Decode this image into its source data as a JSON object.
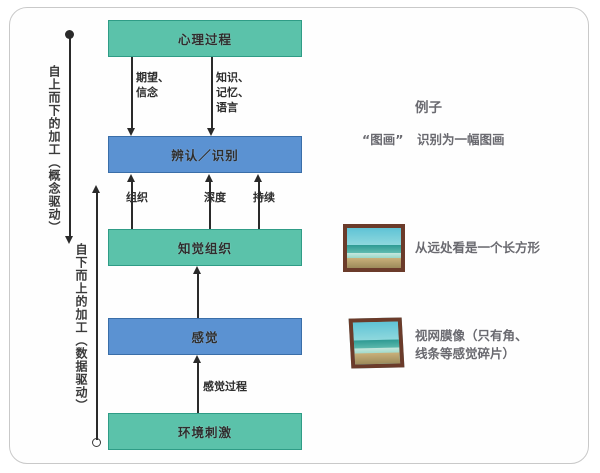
{
  "diagram": {
    "title_hidden": "",
    "boxes": [
      {
        "id": "mental-process",
        "label": "心理过程",
        "color": "teal"
      },
      {
        "id": "recognition",
        "label": "辨认／识别",
        "color": "blue"
      },
      {
        "id": "perceptual-organization",
        "label": "知觉组织",
        "color": "teal"
      },
      {
        "id": "sensation",
        "label": "感觉",
        "color": "blue"
      },
      {
        "id": "environmental-stimulus",
        "label": "环境刺激",
        "color": "teal"
      }
    ],
    "top_down_connectors": [
      {
        "id": "expectation-belief",
        "label": "期望、\n信念"
      },
      {
        "id": "knowledge-memory-language",
        "label": "知识、\n记忆、\n语言"
      }
    ],
    "bottom_up_connectors": [
      {
        "id": "organization",
        "label": "组织"
      },
      {
        "id": "depth",
        "label": "深度"
      },
      {
        "id": "duration",
        "label": "持续"
      }
    ],
    "sensory-process-label": "感觉过程",
    "side_labels": {
      "top_down": "自上而下的加工（概念驱动）",
      "bottom_up": "自下而上的加工（数据驱动）"
    }
  },
  "examples": {
    "heading": "例子",
    "quoted_term": "“图画”",
    "recognition_text": "识别为一幅图画",
    "perception_text": "从远处看是一个长方形",
    "sensation_text": "视网膜像（只有角、\n线条等感觉碎片）",
    "thumb_alt_top": "beach-photo-framed",
    "thumb_alt_bottom": "beach-photo-framed-tilted"
  },
  "colors": {
    "teal_fill": "#5bc2aa",
    "teal_border": "#2f9c86",
    "blue_fill": "#5b92d2",
    "blue_border": "#3a6ea8",
    "line": "#2a2a2a",
    "frame": "#c9c9c9"
  }
}
